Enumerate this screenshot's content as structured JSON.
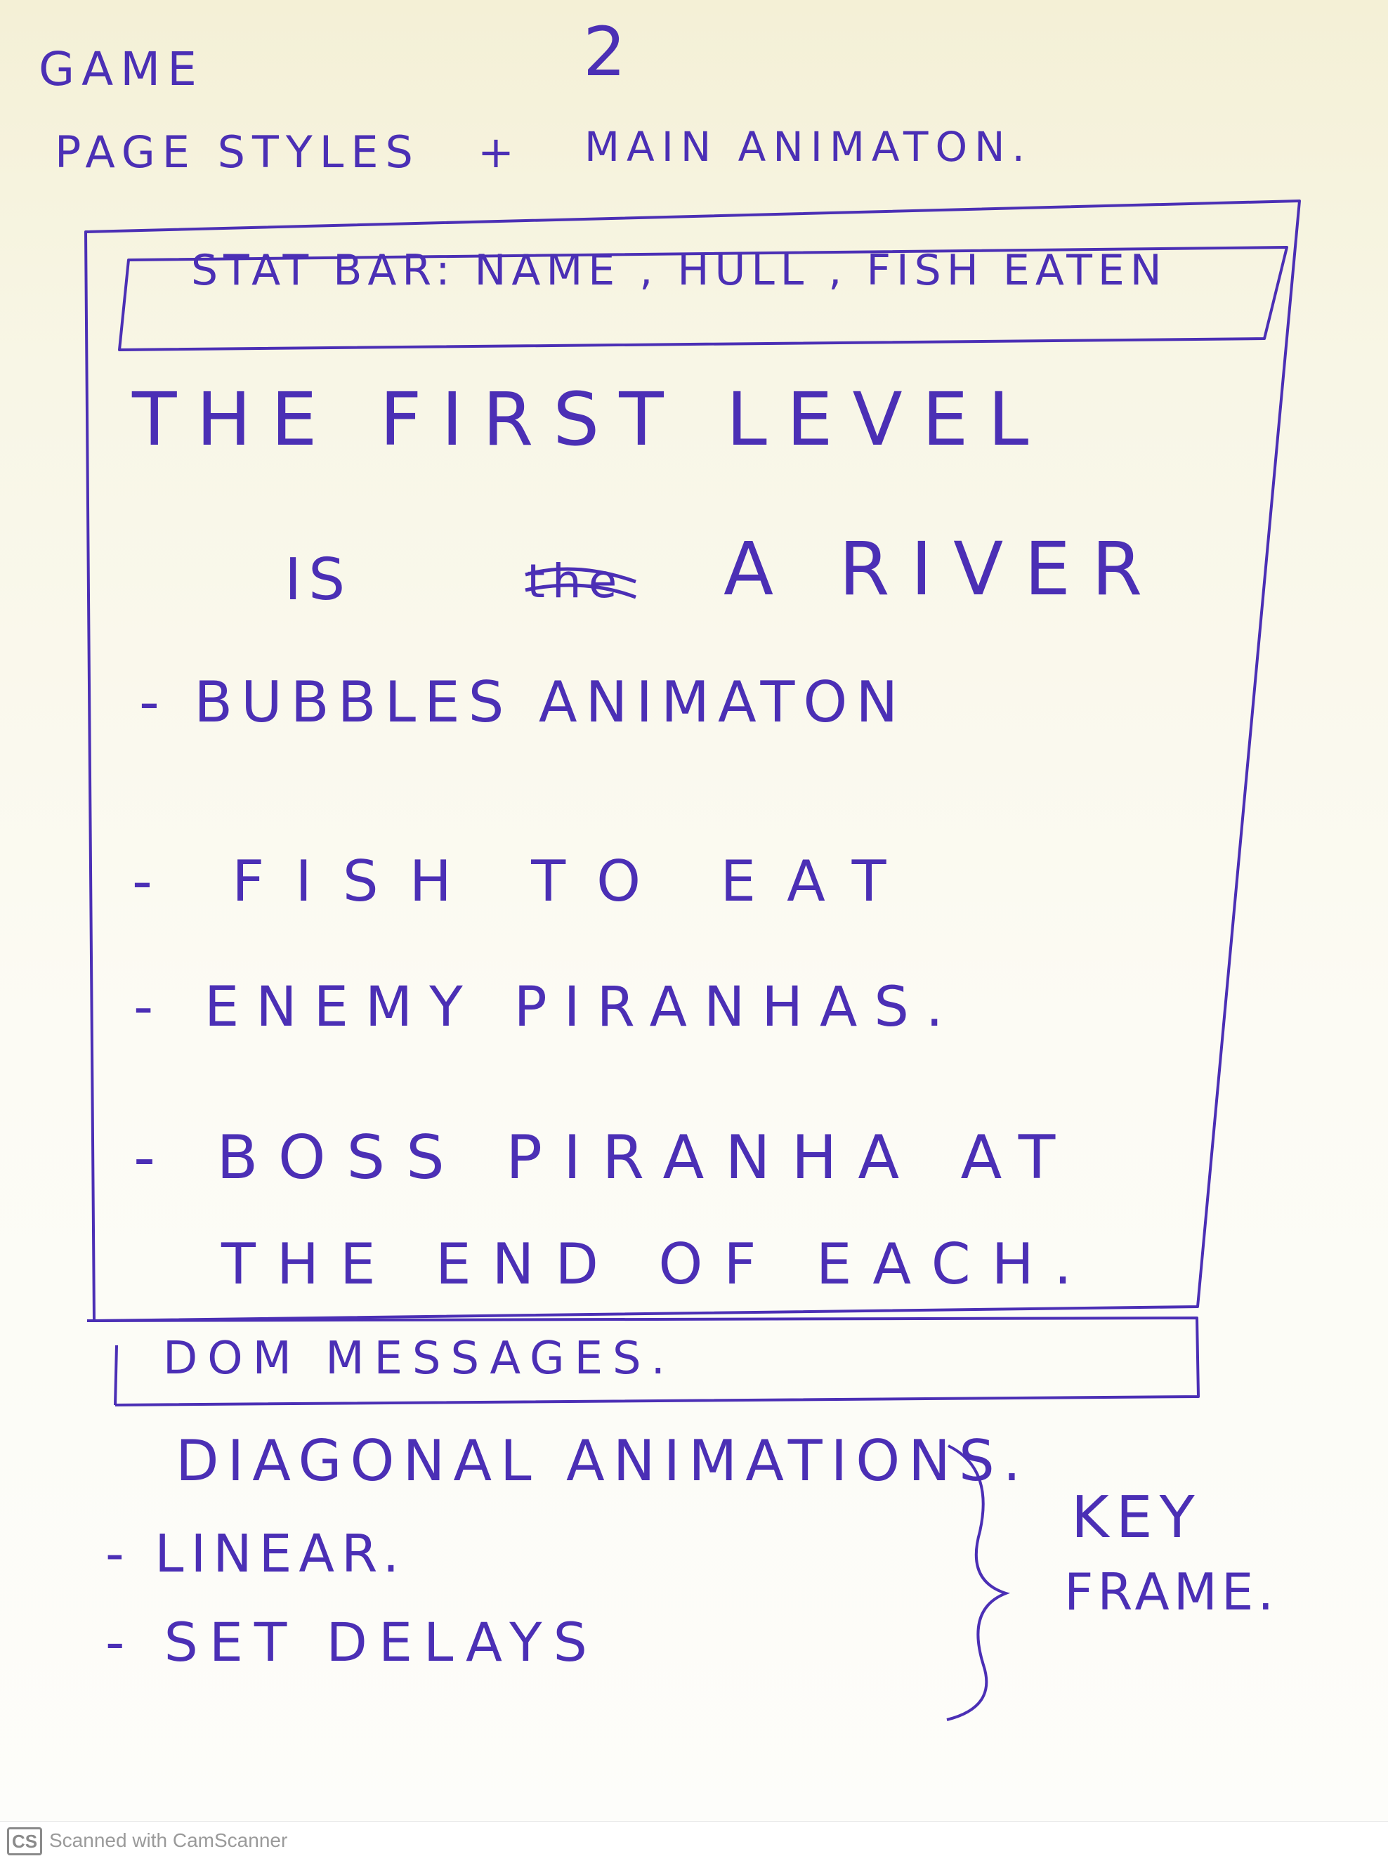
{
  "page": {
    "number": "2",
    "heading_line1": "GAME",
    "heading_line2_left": "PAGE STYLES",
    "plus": "+",
    "heading_line2_right": "MAIN ANIMATON."
  },
  "wireframe": {
    "stat_bar": "STAT BAR: NAME , HULL , FISH EATEN",
    "level_line1": "THE FIRST LEVEL",
    "level_line2_is": "IS",
    "level_line2_crossed": "the",
    "level_line2_rest": "A RIVER",
    "bullets": [
      "- BUBBLES ANIMATON",
      "- FISH TO EAT",
      "- ENEMY PIRANHAS.",
      "- BOSS PIRANHA AT"
    ],
    "boss_continuation": "THE END OF EACH.",
    "dom_messages": "DOM MESSAGES."
  },
  "notes": {
    "title": "DIAGONAL ANIMATIONS.",
    "items": [
      "- LINEAR.",
      "- SET DELAYS"
    ],
    "side_note_line1": "KEY",
    "side_note_line2": "FRAME."
  },
  "scanner": {
    "logo": "CS",
    "label": "Scanned with CamScanner"
  },
  "colors": {
    "ink": "#4b2fb5",
    "paper": "#fbfaf3",
    "footer_text": "#9a9a9a"
  }
}
